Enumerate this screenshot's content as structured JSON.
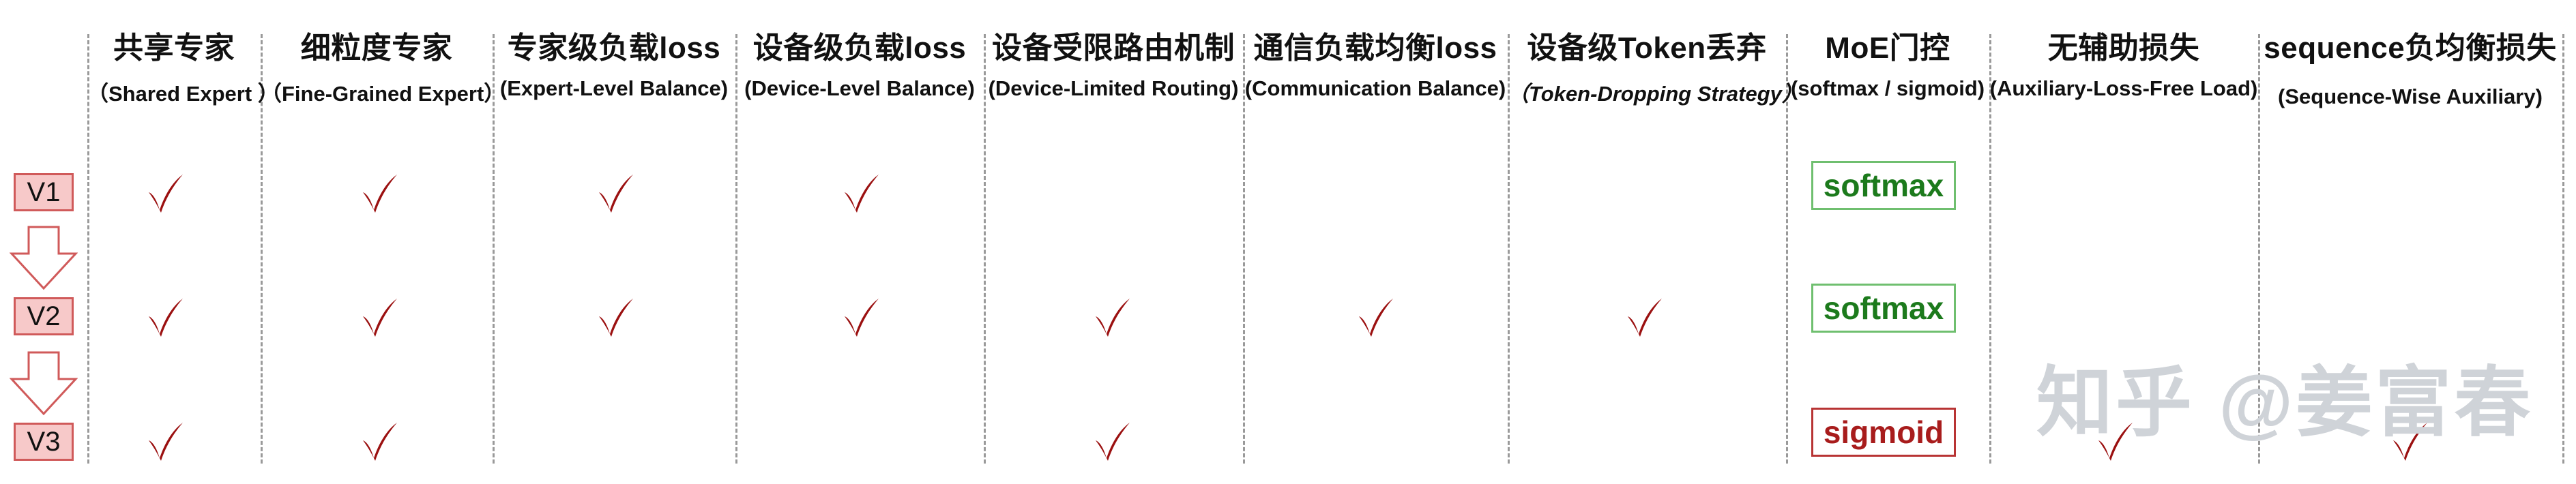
{
  "columns": [
    {
      "title": "共享专家",
      "subtitle": "（Shared Expert ）"
    },
    {
      "title": "细粒度专家",
      "subtitle": "（Fine-Grained Expert）"
    },
    {
      "title": "专家级负载loss",
      "subtitle": "(Expert-Level Balance)"
    },
    {
      "title": "设备级负载loss",
      "subtitle": "(Device-Level Balance)"
    },
    {
      "title": "设备受限路由机制",
      "subtitle": "(Device-Limited Routing)"
    },
    {
      "title": "通信负载均衡loss",
      "subtitle": "(Communication Balance)"
    },
    {
      "title": "设备级Token丢弃",
      "subtitle": "（Token-Dropping Strategy）"
    },
    {
      "title": "MoE门控",
      "subtitle": "(softmax / sigmoid)"
    },
    {
      "title": "无辅助损失",
      "subtitle": "(Auxiliary-Loss-Free Load)"
    },
    {
      "title": "sequence负均衡损失",
      "subtitle": "(Sequence-Wise Auxiliary)"
    }
  ],
  "versions": [
    "V1",
    "V2",
    "V3"
  ],
  "gates": [
    "softmax",
    "softmax",
    "sigmoid"
  ],
  "features": {
    "V1": [
      true,
      true,
      true,
      true,
      false,
      false,
      false,
      false,
      false
    ],
    "V2": [
      true,
      true,
      true,
      true,
      true,
      true,
      true,
      false,
      false
    ],
    "V3": [
      true,
      true,
      false,
      false,
      true,
      false,
      false,
      true,
      true
    ]
  },
  "watermark": "知乎 @姜富春",
  "colors": {
    "check": "#9b1010",
    "version_fill": "#f7c9c9",
    "version_border": "#d05a5a",
    "gate_green": "#1c7a1c",
    "gate_red": "#a81c1c",
    "separator": "#9a9a9a"
  }
}
